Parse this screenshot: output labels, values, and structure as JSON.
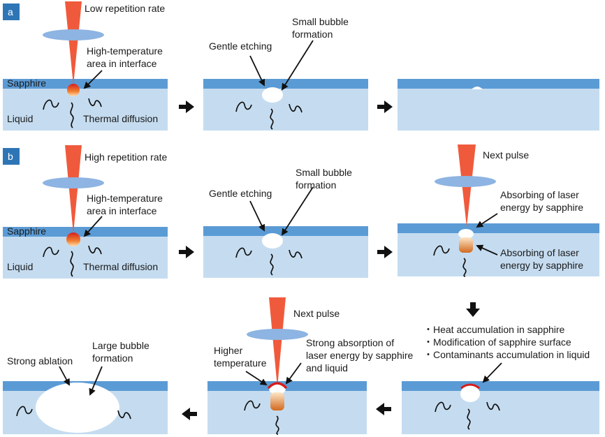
{
  "panel_a": {
    "tag": "a",
    "rate": "Low repetition rate",
    "hot_area": [
      "High-temperature",
      "area in interface"
    ],
    "sapphire": "Sapphire",
    "liquid": "Liquid",
    "thermal": "Thermal diffusion",
    "gentle": "Gentle etching",
    "bubble": [
      "Small bubble",
      "formation"
    ]
  },
  "panel_b": {
    "tag": "b",
    "rate": "High repetition rate",
    "hot_area": [
      "High-temperature",
      "area in interface"
    ],
    "sapphire": "Sapphire",
    "liquid": "Liquid",
    "thermal": "Thermal diffusion",
    "gentle": "Gentle etching",
    "bubble": [
      "Small bubble",
      "formation"
    ],
    "next_pulse": "Next pulse",
    "absorb_top": [
      "Absorbing of laser",
      "energy by sapphire"
    ],
    "absorb_bottom": [
      "Absorbing of laser",
      "energy by sapphire"
    ]
  },
  "bottom_row": {
    "bullets": [
      "・Heat accumulation in sapphire",
      "・Modification of sapphire surface",
      "・Contaminants accumulation in liquid"
    ],
    "next_pulse": "Next pulse",
    "higher": [
      "Higher",
      "temperature"
    ],
    "strong_abs": [
      "Strong absorption of",
      "laser energy by sapphire",
      "and liquid"
    ],
    "ablation": "Strong ablation",
    "large_bubble": [
      "Large bubble",
      "formation"
    ]
  },
  "colors": {
    "sapphire": "#5b9bd5",
    "liquid": "#c5dcf0",
    "laser": "#f05a3c",
    "lens": "#8db4e2",
    "tag_bg": "#2e75b6"
  }
}
